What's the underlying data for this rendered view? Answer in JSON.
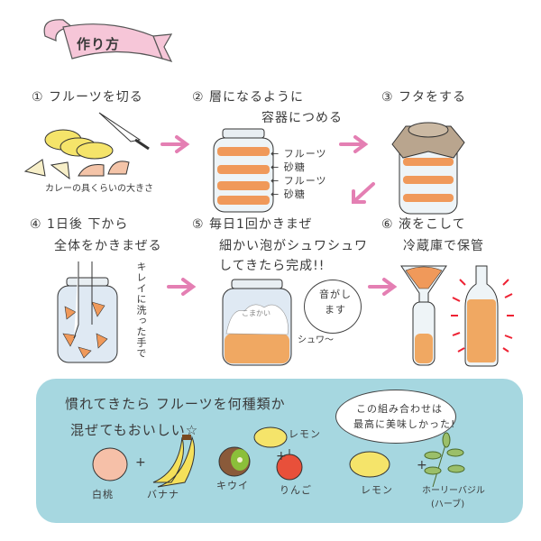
{
  "title": "作り方",
  "steps": [
    {
      "number": "①",
      "lines": [
        "フルーツを切る"
      ],
      "caption": "カレーの具くらいの大きさ"
    },
    {
      "number": "②",
      "lines": [
        "層になるように",
        "容器につめる"
      ],
      "layers": [
        "フルーツ",
        "砂糖",
        "フルーツ",
        "砂糖"
      ]
    },
    {
      "number": "③",
      "lines": [
        "フタをする"
      ]
    },
    {
      "number": "④",
      "lines": [
        "1日後 下から",
        "全体をかきまぜる"
      ],
      "note": "キレイに洗った手で"
    },
    {
      "number": "⑤",
      "lines": [
        "毎日1回かきまぜ",
        "細かい泡がシュワシュワ",
        "してきたら完成!!"
      ],
      "bubble": "音がします",
      "sound": "シュワ〜",
      "foam_label": "こまかい"
    },
    {
      "number": "⑥",
      "lines": [
        "液をこして",
        "冷蔵庫で保管"
      ]
    }
  ],
  "tip": {
    "lines": [
      "慣れてきたら フルーツを何種類か",
      "混ぜてもおいしい☆"
    ],
    "bubble": [
      "この組み合わせは",
      "最高に美味しかった!"
    ],
    "combos": [
      {
        "a": "白桃",
        "b": "バナナ"
      },
      {
        "a": "キウイ",
        "b": "りんご",
        "c": "レモン"
      },
      {
        "a": "レモン",
        "b": "ホーリーバジル",
        "b_note": "(ハーブ)"
      }
    ],
    "plus": "+"
  },
  "colors": {
    "accent_pink": "#e47fb3",
    "ribbon": "#f6c6d8",
    "tip_bg": "#a6d7e0",
    "fruit_orange": "#f0995a",
    "lemon": "#f5e46a"
  }
}
